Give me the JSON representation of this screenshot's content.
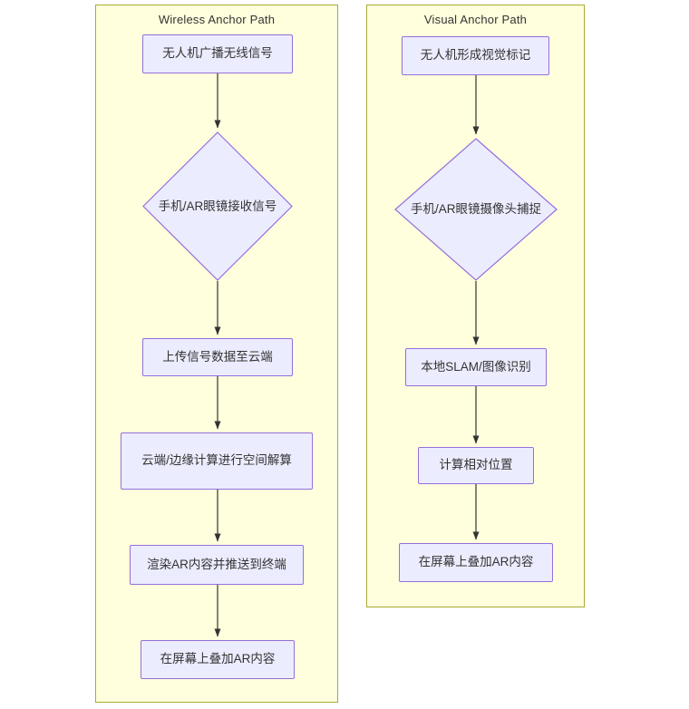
{
  "diagram": {
    "type": "flowchart",
    "direction": "top-down",
    "colors": {
      "cluster_fill": "#ffffde",
      "cluster_border": "#aaaa33",
      "node_fill": "#ececff",
      "node_border": "#9370db",
      "text": "#333333",
      "edge": "#333333"
    },
    "clusters": [
      {
        "id": "wireless",
        "title": "Wireless Anchor Path",
        "nodes": [
          {
            "id": "w1",
            "shape": "rect",
            "label": "无人机广播无线信号"
          },
          {
            "id": "w2",
            "shape": "diamond",
            "label": "手机/AR眼镜接收信号"
          },
          {
            "id": "w3",
            "shape": "rect",
            "label": "上传信号数据至云端"
          },
          {
            "id": "w4",
            "shape": "rect",
            "label": "云端/边缘计算进行空间解算"
          },
          {
            "id": "w5",
            "shape": "rect",
            "label": "渲染AR内容并推送到终端"
          },
          {
            "id": "w6",
            "shape": "rect",
            "label": "在屏幕上叠加AR内容"
          }
        ],
        "edges": [
          {
            "from": "w1",
            "to": "w2"
          },
          {
            "from": "w2",
            "to": "w3"
          },
          {
            "from": "w3",
            "to": "w4"
          },
          {
            "from": "w4",
            "to": "w5"
          },
          {
            "from": "w5",
            "to": "w6"
          }
        ]
      },
      {
        "id": "visual",
        "title": "Visual Anchor Path",
        "nodes": [
          {
            "id": "v1",
            "shape": "rect",
            "label": "无人机形成视觉标记"
          },
          {
            "id": "v2",
            "shape": "diamond",
            "label": "手机/AR眼镜摄像头捕捉"
          },
          {
            "id": "v3",
            "shape": "rect",
            "label": "本地SLAM/图像识别"
          },
          {
            "id": "v4",
            "shape": "rect",
            "label": "计算相对位置"
          },
          {
            "id": "v5",
            "shape": "rect",
            "label": "在屏幕上叠加AR内容"
          }
        ],
        "edges": [
          {
            "from": "v1",
            "to": "v2"
          },
          {
            "from": "v2",
            "to": "v3"
          },
          {
            "from": "v3",
            "to": "v4"
          },
          {
            "from": "v4",
            "to": "v5"
          }
        ]
      }
    ]
  }
}
